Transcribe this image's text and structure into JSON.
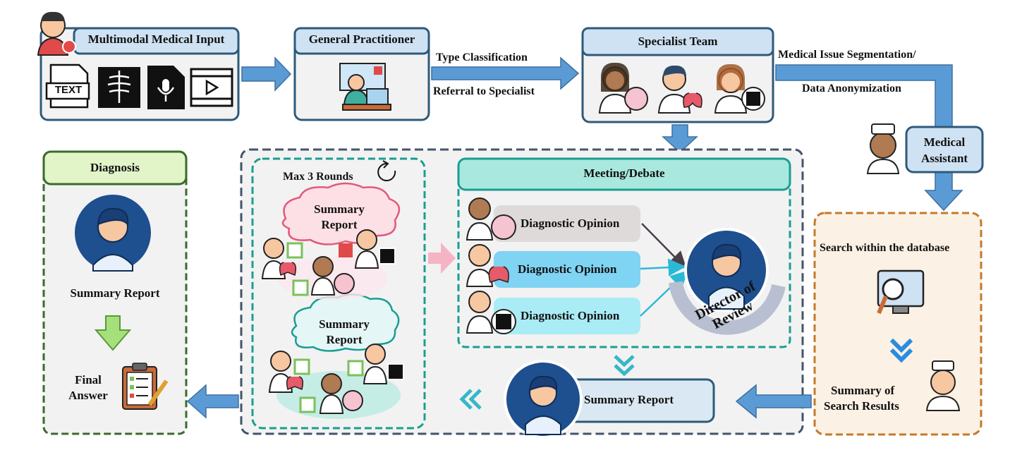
{
  "input": {
    "title": "Multimodal Medical Input",
    "text_icon_label": "TEXT"
  },
  "gp": {
    "title": "General Practitioner"
  },
  "arrows": {
    "type_classification": "Type Classification",
    "referral": "Referral to Specialist"
  },
  "specialist": {
    "title": "Specialist Team"
  },
  "segmentation": {
    "line1": "Medical Issue Segmentation/",
    "line2": "Data Anonymization"
  },
  "assistant": {
    "line1": "Medical",
    "line2": "Assistant"
  },
  "database": {
    "search_label": "Search within the database",
    "summary_line1": "Summary of",
    "summary_line2": "Search Results"
  },
  "rounds": {
    "title": "Max 3 Rounds",
    "cloud1_line1": "Summary",
    "cloud1_line2": "Report",
    "cloud2_line1": "Summary",
    "cloud2_line2": "Report"
  },
  "meeting": {
    "title": "Meeting/Debate",
    "opinions": [
      "Diagnostic Opinion",
      "Diagnostic Opinion",
      "Diagnostic Opinion"
    ],
    "director": "Director of Review"
  },
  "summary_report": "Summary Report",
  "diagnosis": {
    "title": "Diagnosis",
    "summary": "Summary Report",
    "final_line1": "Final",
    "final_line2": "Answer"
  },
  "colors": {
    "blue_box": "#cfe2f3",
    "box_border": "#2e5a7a",
    "arrow_blue": "#5b9bd5",
    "teal": "#1a9e90",
    "green": "#3a6b2a",
    "orange": "#c47a2a"
  }
}
